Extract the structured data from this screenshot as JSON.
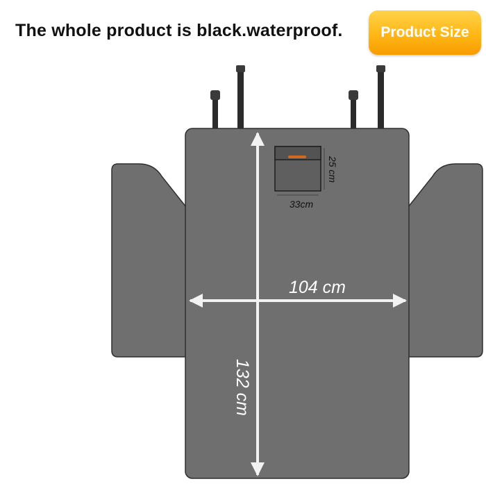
{
  "header": {
    "text": "The whole product is black.waterproof.",
    "badge": "Product Size"
  },
  "dimensions": {
    "width": "104 cm",
    "length": "132 cm",
    "pocket_width": "33cm",
    "pocket_height": "25 cm"
  },
  "colors": {
    "fabric": "#6f6f6f",
    "outline": "#2e2e2e",
    "arrow": "#f2f2f2",
    "pocket_tab": "#d06a22",
    "badge": "#ffb716"
  }
}
